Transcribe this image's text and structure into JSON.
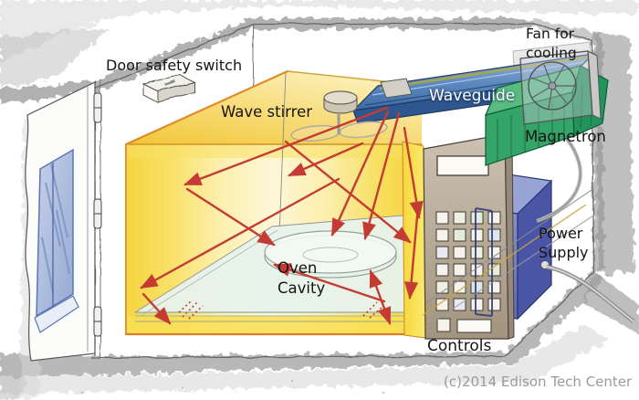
{
  "labels": {
    "door_safety_switch": "Door safety switch",
    "wave_stirrer": "Wave stirrer",
    "waveguide": "Waveguide",
    "fan_for_cooling": "Fan for\ncooling",
    "magnetron": "Magnetron",
    "oven_cavity": "Oven\nCavity",
    "power_supply": "Power\nSupply",
    "controls": "Controls",
    "copyright": "(c)2014 Edison Tech Center"
  },
  "colors": {
    "cavity_yellow": "#f5d440",
    "cavity_interior_pale": "#fdf7d8",
    "cavity_edge_orange": "#e0952f",
    "waveguide_blue": "#4a76ad",
    "magnetron_green": "#35a468",
    "power_supply_blue": "#6b79c0",
    "controls_tan": "#b9ab98",
    "glass_tray": "#e7f2ec",
    "door_glass_blue": "#aebedd",
    "microwave_arrow_red": "#c43b33",
    "label_text": "#141414",
    "copyright_gray": "#9b9b9b",
    "pencil_gray": "#8c8c8c"
  }
}
